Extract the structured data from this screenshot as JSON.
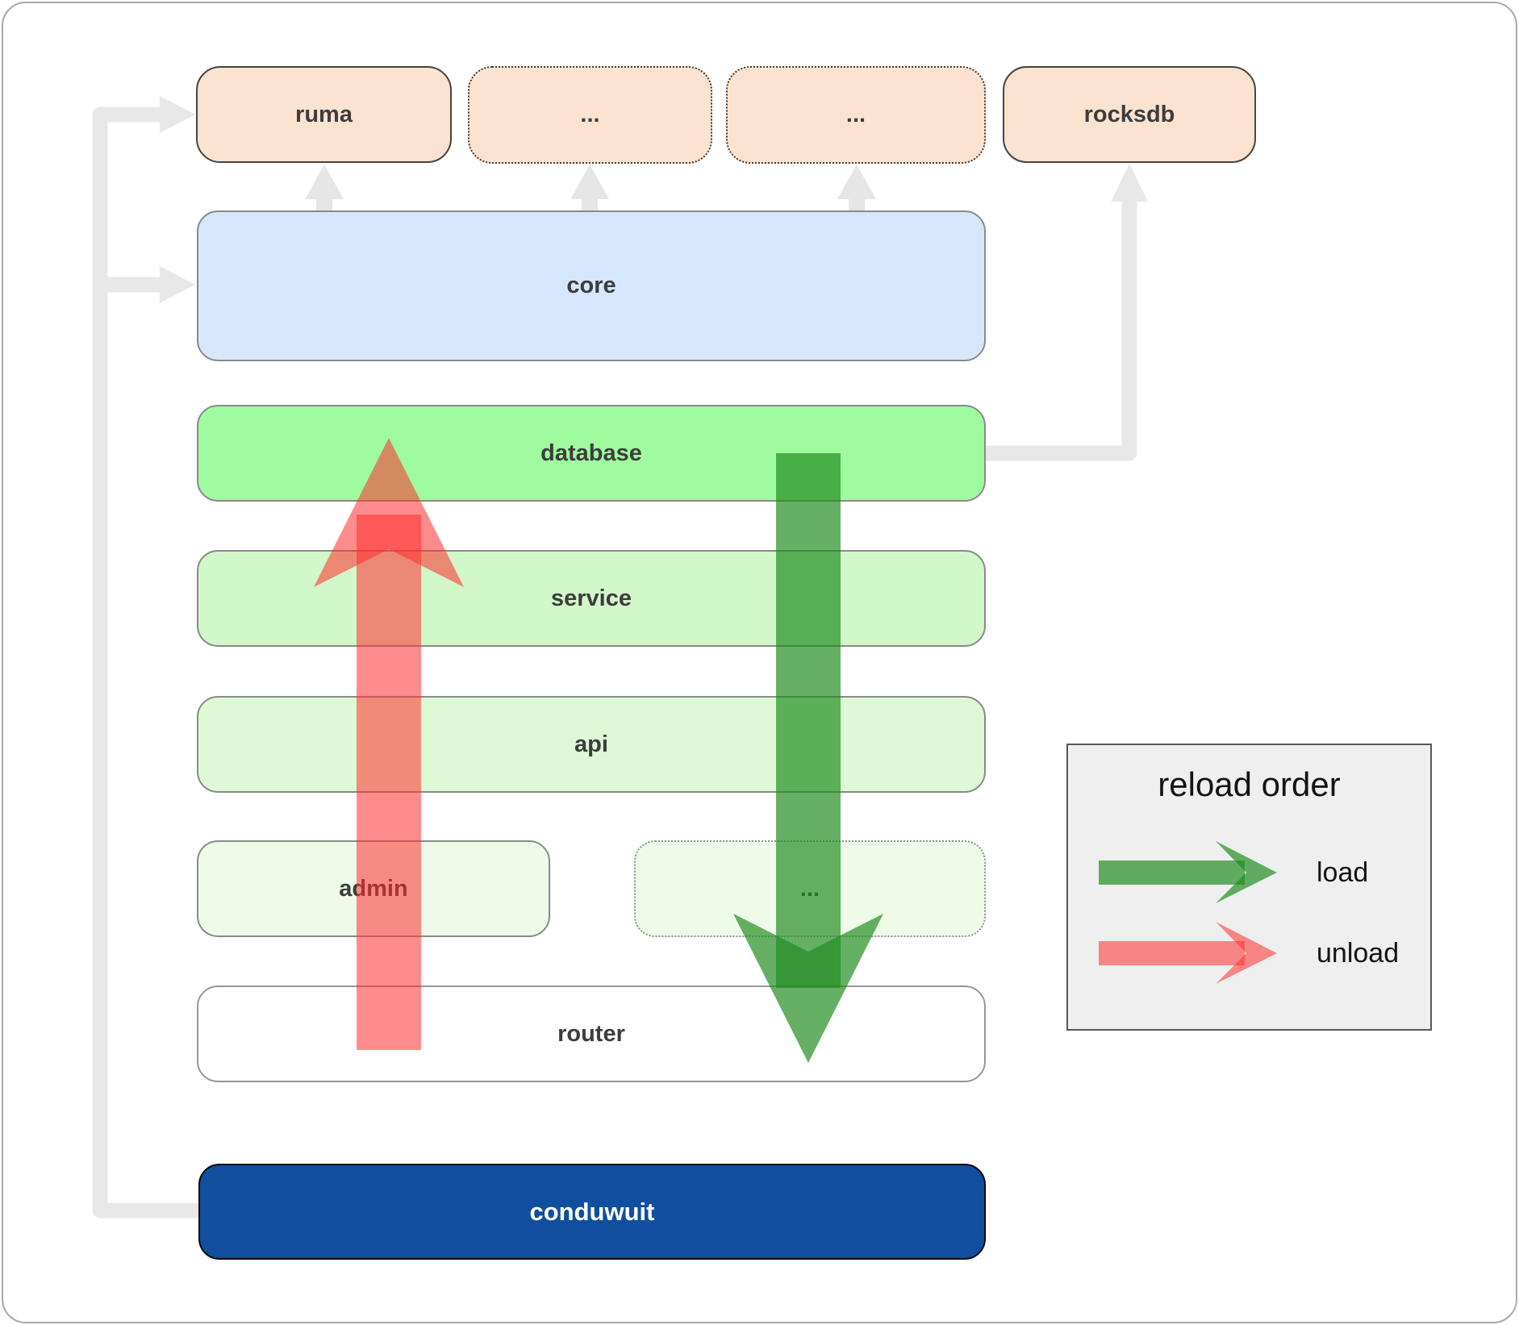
{
  "diagram": {
    "nodes": {
      "ruma": "ruma",
      "dep_a": "...",
      "dep_b": "...",
      "rocksdb": "rocksdb",
      "core": "core",
      "database": "database",
      "service": "service",
      "api": "api",
      "admin": "admin",
      "service_more": "...",
      "router": "router",
      "conduwuit": "conduwuit"
    },
    "legend": {
      "title": "reload order",
      "items": [
        {
          "label": "load",
          "color": "#1d8b1d"
        },
        {
          "label": "unload",
          "color": "#ff2e2e"
        }
      ]
    },
    "colors": {
      "dependency_fill": "#fce3d0",
      "core_fill": "#d7e7fb",
      "database_fill": "#9ffb9f",
      "service_fill": "#d2f7c8",
      "api_fill": "#ddfad4",
      "admin_fill": "#eefbe8",
      "router_fill": "#ffffff",
      "conduwuit_fill": "#114f9e",
      "load_arrow": "#1d8b1d",
      "unload_arrow": "#ff2e2e",
      "connector_gray": "#e8e8e8",
      "legend_bg": "#efefef"
    }
  }
}
